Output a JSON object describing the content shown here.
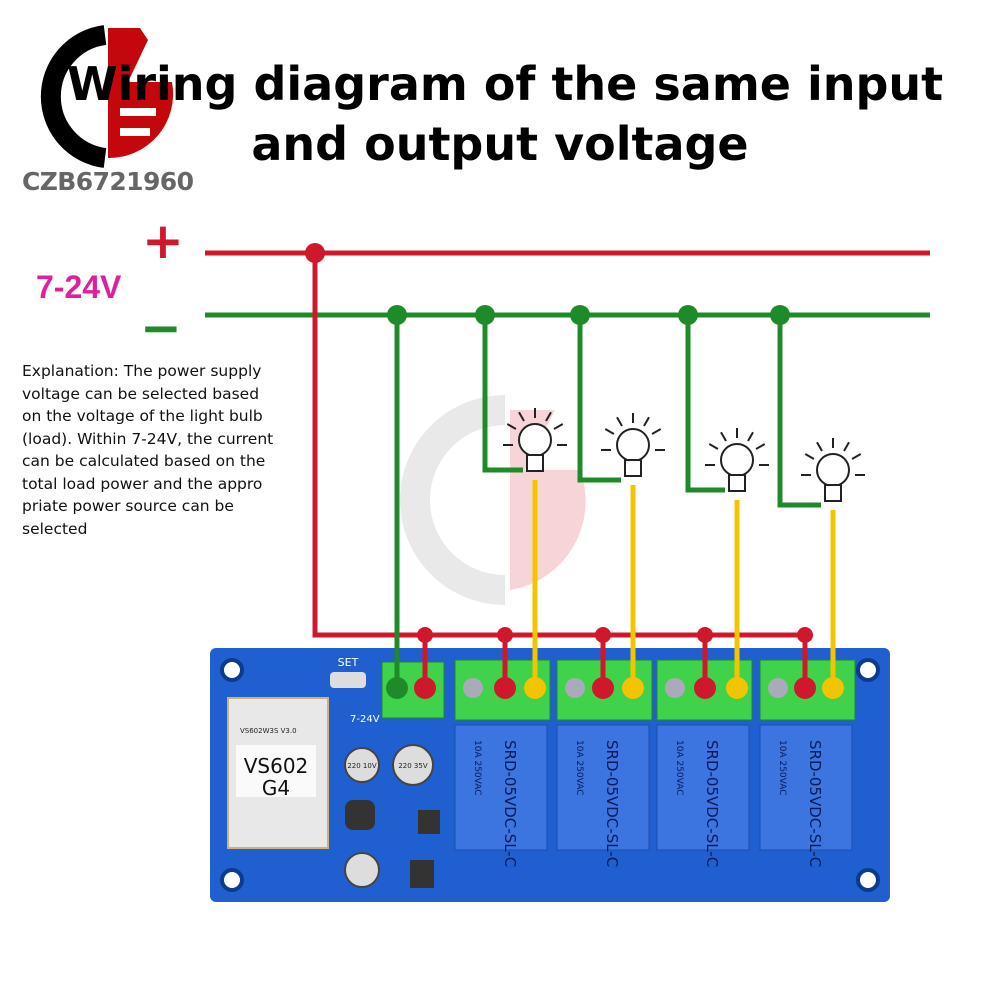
{
  "title": {
    "line1": "Wiring diagram of the same input",
    "line2": "and output voltage"
  },
  "logo": {
    "text": "CZB6721960"
  },
  "supply": {
    "plus": "+",
    "minus": "−",
    "voltage": "7-24V",
    "positive_color": "#d0182c",
    "negative_color": "#1f8a2a",
    "load_color": "#f5c400",
    "voltage_color": "#e0209a"
  },
  "explanation": {
    "lines": [
      "Explanation: The power supply",
      "voltage can be selected based",
      "on the voltage of the light bulb",
      "(load). Within 7-24V, the current",
      "can be calculated based on the",
      "total load power and the appro",
      "priate power source can be",
      "selected"
    ]
  },
  "board": {
    "module_label": "VS602",
    "module_sublabel": "G4",
    "module_silk": "VS602W3S V3.0",
    "set_label": "SET",
    "input_label": "7-24V",
    "relay_model": "SRD-05VDC-SL-C",
    "relay_rating": "10A 250VAC",
    "cap1": "220 10V",
    "cap2": "220 35V",
    "board_color": "#1f5fcf",
    "relay_color": "#3c74e0",
    "terminal_color": "#3fd24a"
  },
  "loads": [
    {
      "icon": "light-bulb-icon"
    },
    {
      "icon": "light-bulb-icon"
    },
    {
      "icon": "light-bulb-icon"
    },
    {
      "icon": "light-bulb-icon"
    }
  ]
}
